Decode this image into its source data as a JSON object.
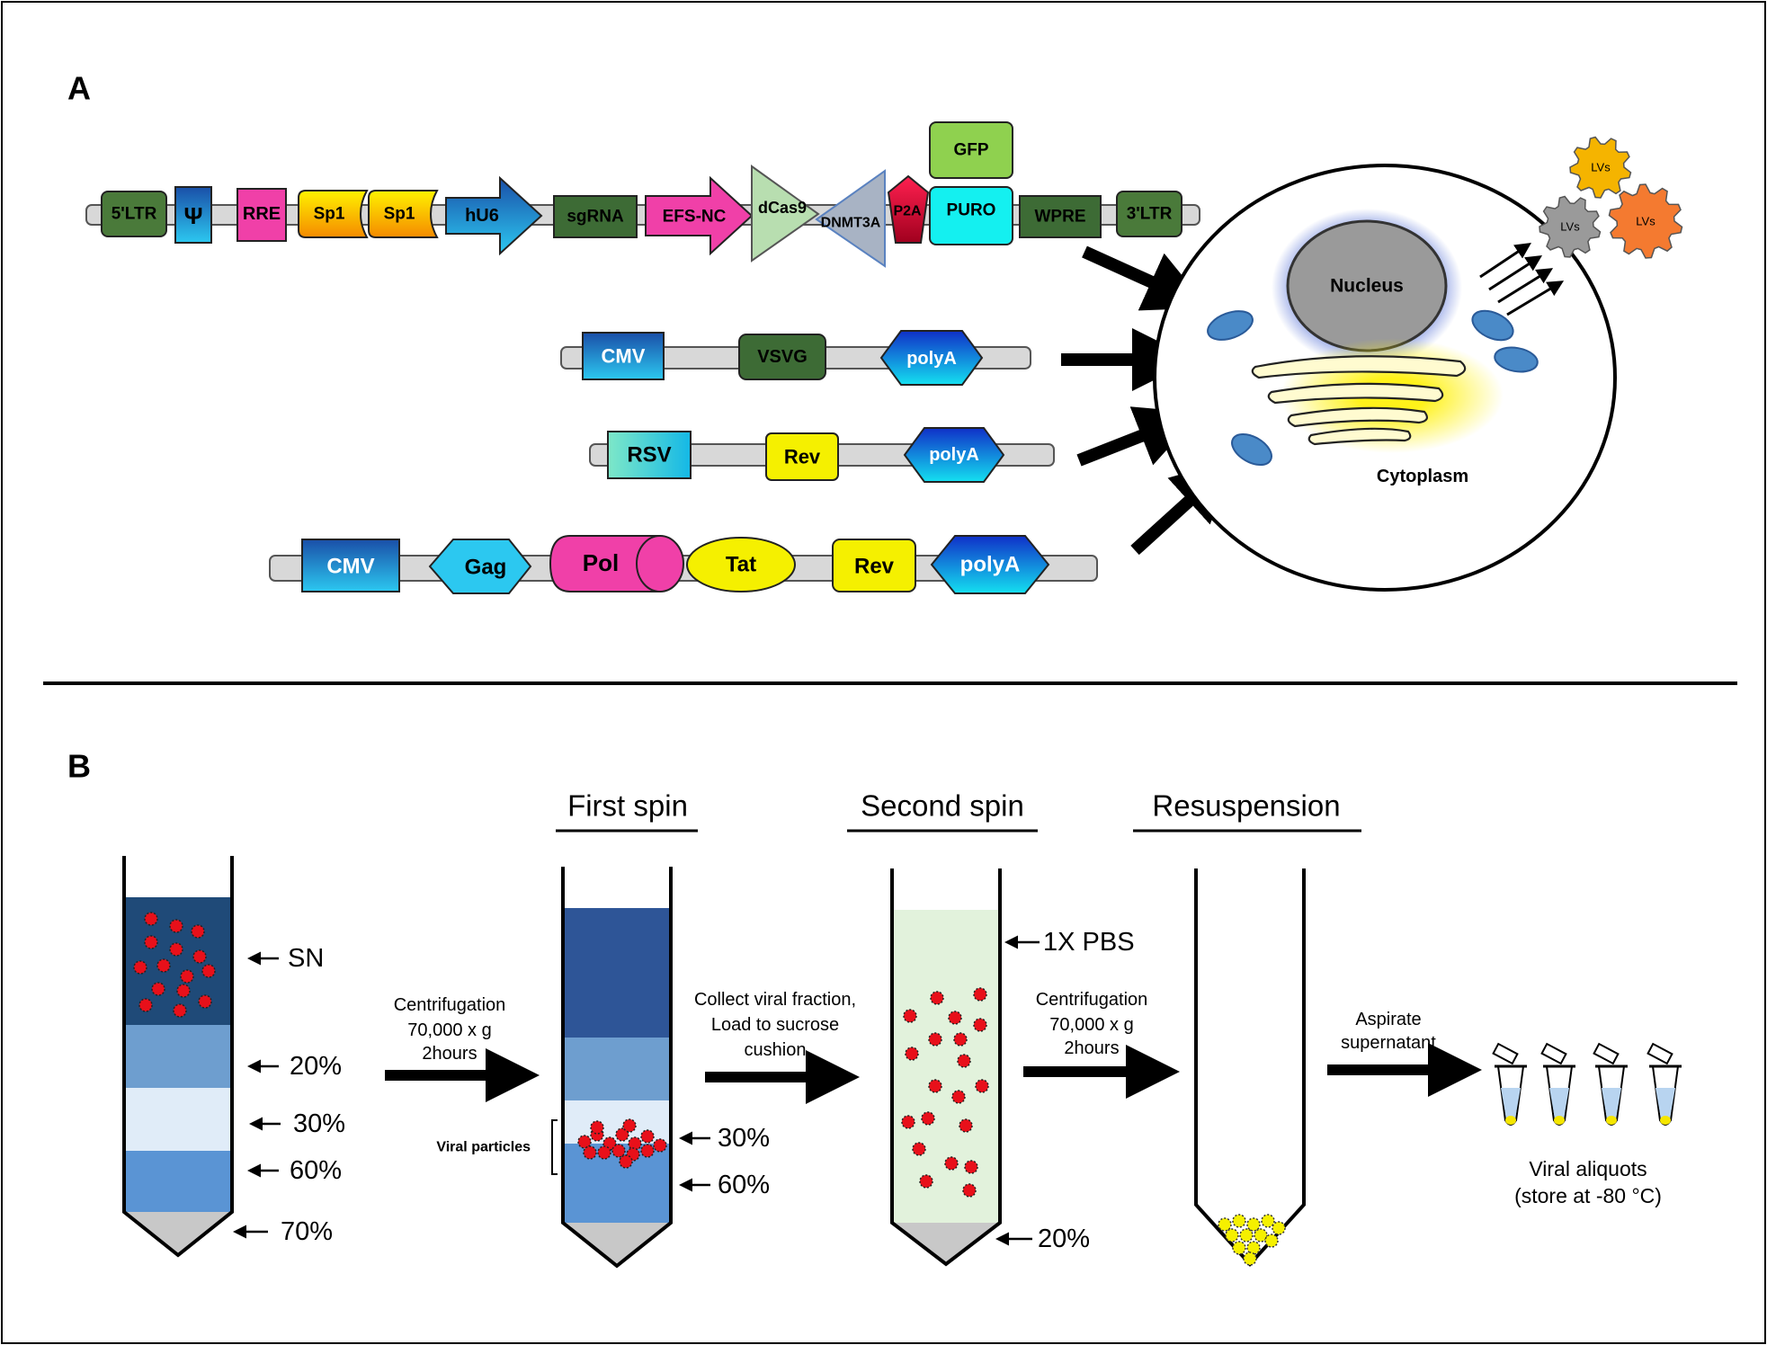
{
  "panels": {
    "a": "A",
    "b": "B"
  },
  "colors": {
    "green": "#4a7a3a",
    "darkgreen": "#3d6b35",
    "blue": "#1f77c9",
    "magenta": "#f040a8",
    "yellow": "#f5e600",
    "cyan": "#14e6f0",
    "lightgreen": "#8fd14f",
    "red": "#e0003a",
    "gray": "#a8b3c4",
    "navy": "#2e5597",
    "orange": "#f47a30",
    "gold": "#f5b400"
  },
  "construct1": {
    "elements": [
      "5'LTR",
      "Ψ",
      "RRE",
      "Sp1",
      "Sp1",
      "hU6",
      "sgRNA",
      "EFS-NC",
      "dCas9",
      "DNMT3A",
      "P2A",
      "PURO",
      "GFP",
      "WPRE",
      "3'LTR"
    ]
  },
  "construct2": {
    "elements": [
      "CMV",
      "VSVG",
      "polyA"
    ]
  },
  "construct3": {
    "elements": [
      "RSV",
      "Rev",
      "polyA"
    ]
  },
  "construct4": {
    "elements": [
      "CMV",
      "Gag",
      "Pol",
      "Tat",
      "Rev",
      "polyA"
    ]
  },
  "cell": {
    "nucleus": "Nucleus",
    "cytoplasm": "Cytoplasm",
    "lv1": "LVs",
    "lv2": "LVs",
    "lv3": "LVs"
  },
  "steps": {
    "first_spin": "First spin",
    "second_spin": "Second spin",
    "resuspension": "Resuspension"
  },
  "tube1": {
    "sn": "SN",
    "p20": "20%",
    "p30": "30%",
    "p60": "60%",
    "p70": "70%"
  },
  "arrow1": {
    "line1": "Centrifugation",
    "line2": "70,000 x g",
    "line3": "2hours"
  },
  "tube2": {
    "viral_particles": "Viral particles",
    "p30": "30%",
    "p60": "60%"
  },
  "arrow2": {
    "line1": "Collect viral fraction,",
    "line2": "Load to sucrose",
    "line3": "cushion"
  },
  "tube3": {
    "pbs": "1X PBS",
    "p20": "20%"
  },
  "arrow3": {
    "line1": "Centrifugation",
    "line2": "70,000 x g",
    "line3": "2hours"
  },
  "arrow4": {
    "line1": "Aspirate",
    "line2": "supernatant"
  },
  "aliquots": {
    "line1": "Viral aliquots",
    "line2": "(store at -80 °C)"
  }
}
